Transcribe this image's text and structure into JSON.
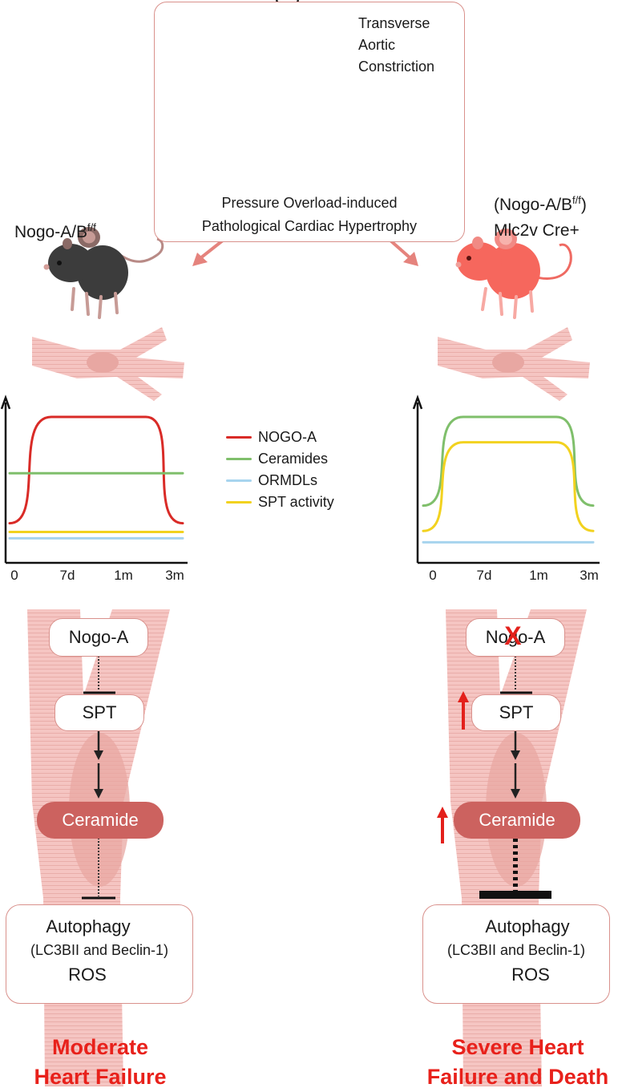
{
  "top_box": {
    "procedure_lines": [
      "Transverse",
      "Aortic",
      "Constriction"
    ],
    "caption_lines": [
      "Pressure Overload-induced",
      "Pathological Cardiac Hypertrophy"
    ]
  },
  "left": {
    "mouse_label_main": "Nogo-A/B",
    "mouse_label_sup": "f/f",
    "pathway": {
      "node1": "Nogo-A",
      "node2": "SPT",
      "ceramide": "Ceramide",
      "autophagy": "Autophagy",
      "markers": "(LC3BII and Beclin-1)",
      "ros": "ROS"
    },
    "outcome_lines": [
      "Moderate",
      "Heart Failure"
    ]
  },
  "right": {
    "mouse_label_line1_open": "(Nogo-A/B",
    "mouse_label_sup": "f/f",
    "mouse_label_line1_close": ")",
    "mouse_label_line2": "Mlc2v Cre+",
    "pathway": {
      "node1_a": "No",
      "node1_b": "g",
      "node1_c": "o-A",
      "knockout_mark": "X",
      "node2": "SPT",
      "ceramide": "Ceramide",
      "autophagy": "Autophagy",
      "markers": "(LC3BII and Beclin-1)",
      "ros": "ROS"
    },
    "outcome_lines": [
      "Severe Heart",
      "Failure and Death"
    ]
  },
  "legend": [
    {
      "label": "NOGO-A",
      "color": "#d92b27"
    },
    {
      "label": "Ceramides",
      "color": "#7fbf6b"
    },
    {
      "label": "ORMDLs",
      "color": "#a7d4ee"
    },
    {
      "label": "SPT activity",
      "color": "#f2d21f"
    }
  ],
  "colors": {
    "cell_pink": "#f5c5c2",
    "box_border": "#d9918c",
    "ceramide": "#cc625f",
    "arrow_red": "#e3201b",
    "outcome_red": "#e8211b"
  },
  "chart_data": [
    {
      "type": "line",
      "panel": "left",
      "categories": [
        "0",
        "7d",
        "1m",
        "3m"
      ],
      "series": [
        {
          "name": "NOGO-A",
          "color": "#d92b27",
          "values": [
            0.15,
            1.0,
            1.0,
            0.15
          ]
        },
        {
          "name": "Ceramides",
          "color": "#7fbf6b",
          "values": [
            0.55,
            0.55,
            0.55,
            0.55
          ]
        },
        {
          "name": "SPT activity",
          "color": "#f2d21f",
          "values": [
            0.08,
            0.08,
            0.08,
            0.08
          ]
        },
        {
          "name": "ORMDLs",
          "color": "#a7d4ee",
          "values": [
            0.03,
            0.03,
            0.03,
            0.03
          ]
        }
      ]
    },
    {
      "type": "line",
      "panel": "right",
      "categories": [
        "0",
        "7d",
        "1m",
        "3m"
      ],
      "series": [
        {
          "name": "Ceramides",
          "color": "#7fbf6b",
          "values": [
            0.3,
            1.0,
            1.0,
            0.3
          ]
        },
        {
          "name": "SPT activity",
          "color": "#f2d21f",
          "values": [
            0.1,
            0.8,
            0.8,
            0.1
          ]
        },
        {
          "name": "ORMDLs",
          "color": "#a7d4ee",
          "values": [
            0.01,
            0.01,
            0.01,
            0.01
          ]
        }
      ]
    }
  ]
}
